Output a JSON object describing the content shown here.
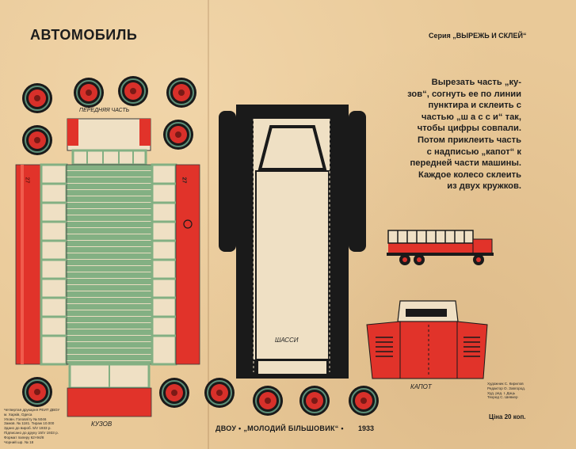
{
  "header": {
    "title": "АВТОМОБИЛЬ",
    "series": "Серия „ВЫРЕЖЬ И СКЛЕЙ“"
  },
  "instructions": [
    "Вырезать часть „ку-",
    "зов“, согнуть ее по линии",
    "пунктира и склеить с",
    "частью „ш а с с и“ так,",
    "чтобы цифры совпали.",
    "Потом приклеить часть",
    "с надписью „капот“ к",
    "передней части машины.",
    "Каждое колесо склеить",
    "из двух кружков."
  ],
  "labels": {
    "front_part": "ПЕРЕДНЯЯ ЧАСТЬ",
    "body": "КУЗОВ",
    "chassis": "ШАССИ",
    "hood": "КАПОТ"
  },
  "side_numbers": {
    "left": "27",
    "right": "27"
  },
  "credits_left": [
    "Четвертая друкарня РЕИТ ДВОУ",
    "м. Харків, Одеса",
    "Уповн. Головліту № 5046",
    "Замов. № 1181. Тираж 10.000",
    "Здано до вироб. 5/V 1933 р.",
    "Підписано до друку 15/V 1933 р.",
    "Формат паперу 62×94/8",
    "Чорний шр. № 18"
  ],
  "credits_right": [
    "Художник С. Кирилов",
    "Редактор О. Завгород.",
    "Худ. ред. І. Даць",
    "Техред С. Шевкер"
  ],
  "footer": {
    "publisher": "ДВОУ • „МОЛОДИЙ БІЛЬШОВИК“ •",
    "year": "1933",
    "price": "Ціна 20 коп."
  },
  "colors": {
    "paper": "#e9c998",
    "red": "#e1332a",
    "green": "#83b083",
    "black": "#1a1a1a"
  }
}
